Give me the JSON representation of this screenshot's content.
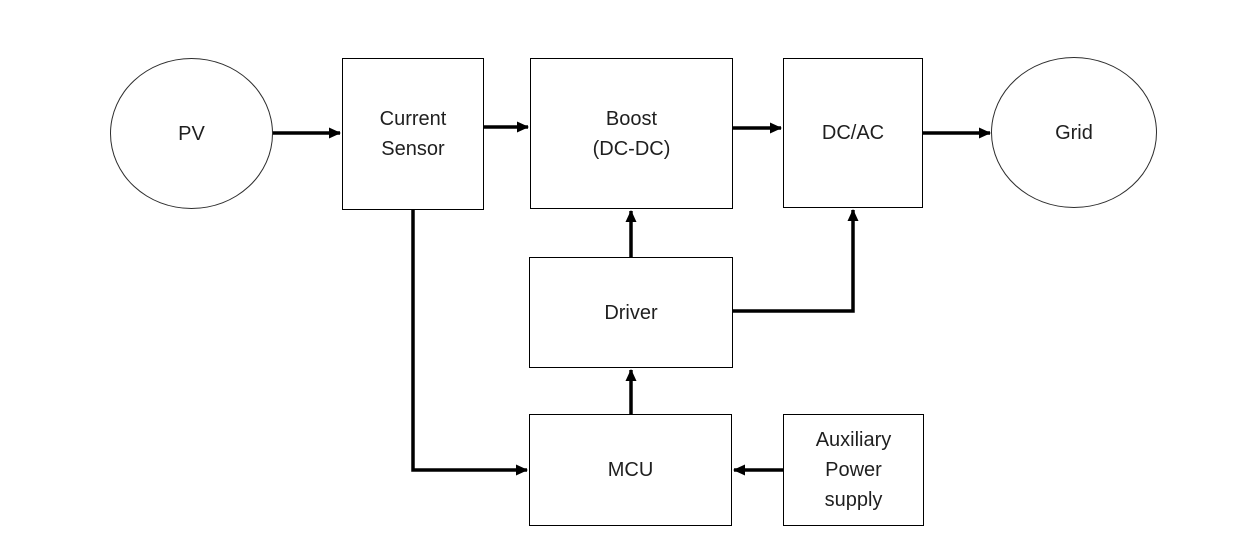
{
  "colors": {
    "background": "#ffffff",
    "connector_line": "#000000",
    "box_border": "#000000",
    "text": "#1f1f1f"
  },
  "diagram": {
    "nodes": {
      "pv": {
        "label": "PV",
        "shape": "ellipse"
      },
      "current_sensor": {
        "label": "Current\nSensor",
        "shape": "rect"
      },
      "boost": {
        "label": "Boost\n(DC-DC)",
        "shape": "rect"
      },
      "dc_ac": {
        "label": "DC/AC",
        "shape": "rect"
      },
      "grid": {
        "label": "Grid",
        "shape": "ellipse"
      },
      "driver": {
        "label": "Driver",
        "shape": "rect"
      },
      "mcu": {
        "label": "MCU",
        "shape": "rect"
      },
      "aux_power": {
        "label": "Auxiliary\nPower\nsupply",
        "shape": "rect"
      }
    },
    "connectors": [
      {
        "from": "pv",
        "to": "current_sensor"
      },
      {
        "from": "current_sensor",
        "to": "boost"
      },
      {
        "from": "boost",
        "to": "dc_ac"
      },
      {
        "from": "dc_ac",
        "to": "grid"
      },
      {
        "from": "driver",
        "to": "boost"
      },
      {
        "from": "driver",
        "to": "dc_ac"
      },
      {
        "from": "mcu",
        "to": "driver"
      },
      {
        "from": "current_sensor",
        "to": "mcu"
      },
      {
        "from": "aux_power",
        "to": "mcu"
      }
    ]
  }
}
